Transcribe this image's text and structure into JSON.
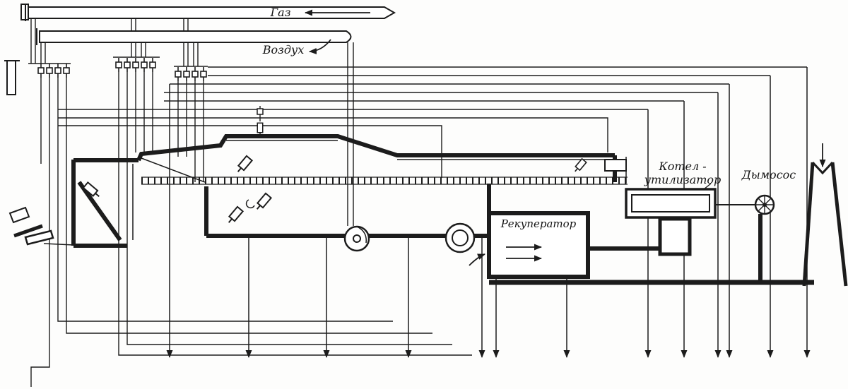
{
  "meta": {
    "type": "furnace-installation-schematic",
    "ink_color": "#1c1c1c",
    "paper_color": "#fdfdfc"
  },
  "labels": {
    "gas": "Газ",
    "air": "Воздух",
    "recuperator": "Рекуператор",
    "boiler_line1": "Котел -",
    "boiler_line2": "утилизатор",
    "smoke_exhauster": "Дымосос"
  },
  "icons": {
    "valve": "valve-icon",
    "burner": "burner-icon",
    "fan": "fan-wheel-icon",
    "arrow": "flow-arrow-icon"
  }
}
